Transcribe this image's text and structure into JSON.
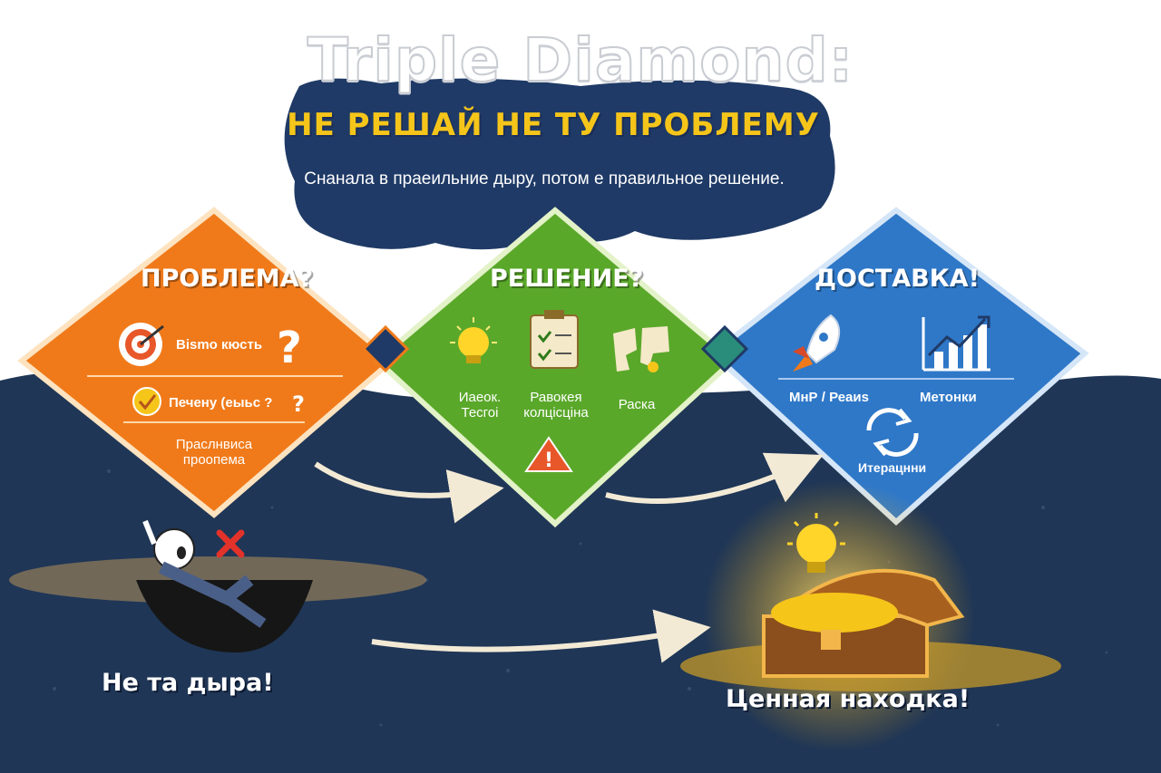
{
  "header": {
    "title": "Triple Diamond:",
    "subtitle": "НЕ РЕШАЙ НЕ ТУ ПРОБЛЕМУ",
    "tagline": "Снанала в праеильние дыру, потом е правильное решение."
  },
  "diamonds": {
    "problem": {
      "title": "ПРОБЛЕМА?",
      "color": "#f07a1a",
      "items": {
        "row1": "Bismo кюсть",
        "row2": "Печену (еыьс ?",
        "row3_line1": "Праслнвиса",
        "row3_line2": "проопема"
      }
    },
    "solution": {
      "title": "РЕШЕНИЕ?",
      "color": "#5aa82a",
      "items": {
        "col1_line1": "Иаеок.",
        "col1_line2": "Тесгоі",
        "col2_line1": "Равокея",
        "col2_line2": "колцісціна",
        "col3": "Раска"
      }
    },
    "delivery": {
      "title": "ДОСТАВКА!",
      "color": "#2f78c8",
      "items": {
        "left": "МнР / Реаиs",
        "right": "Метонки",
        "bottom": "Итерацнни"
      }
    }
  },
  "bottom": {
    "wrong_hole": "Не та дыра!",
    "treasure": "Ценная находка!"
  },
  "icons": [
    "target-icon",
    "question-mark-icon",
    "checkmark-icon",
    "lightbulb-icon",
    "clipboard-icon",
    "puzzle-icon",
    "warning-icon",
    "rocket-icon",
    "growth-chart-icon",
    "cycle-arrows-icon",
    "treasure-chest-icon",
    "cross-icon"
  ],
  "colors": {
    "navy": "#1f3a66",
    "gold": "#f6c51a",
    "orange": "#f07a1a",
    "green": "#5aa82a",
    "blue": "#2f78c8"
  }
}
